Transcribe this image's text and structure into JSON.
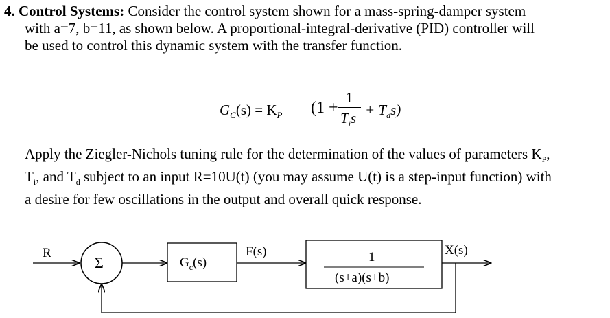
{
  "problem": {
    "number": "4.",
    "title": "Control Systems:",
    "line1_rest": " Consider the control system shown for a mass-spring-damper system",
    "line2": "with a=7, b=11, as shown below. A proportional-integral-derivative (PID) controller will",
    "line3": "be used to control this dynamic system with the transfer function."
  },
  "formula": {
    "lhs": "G",
    "lhs_sub": "C",
    "lhs_arg": "(s) = K",
    "kp_sub": "P",
    "open": "(1 +",
    "num": "1",
    "den": "T",
    "den_sub": "i",
    "den_s": "s",
    "plus_td": "+ T",
    "td_sub": "d",
    "td_s": "s)"
  },
  "instructions": {
    "line1": "Apply the Ziegler-Nichols tuning rule for the determination of the values of parameters K",
    "line1_sub": "P",
    "line1_end": ",",
    "line2a": "T",
    "line2a_sub": "i",
    "line2b": ", and T",
    "line2b_sub": "d",
    "line2c": " subject to an input R=10U(t) (you may assume U(t) is a step-input function) with",
    "line3": "a desire for few oscillations in the output and overall quick response."
  },
  "diagram": {
    "input_label": "R",
    "sum_symbol": "Σ",
    "controller_label": "G",
    "controller_sub": "c",
    "controller_arg": "(s)",
    "signal_label": "F(s)",
    "plant_num": "1",
    "plant_den": "(s+a)(s+b)",
    "output_label": "X(s)"
  }
}
